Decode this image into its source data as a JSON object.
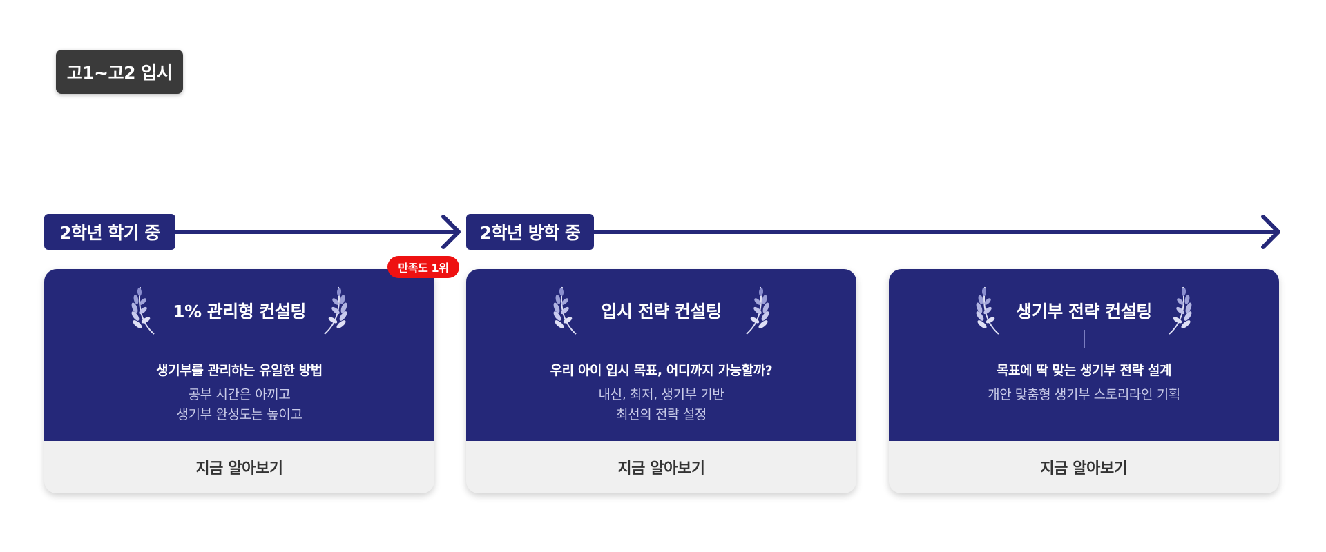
{
  "section": {
    "label": "고1~고2 입시"
  },
  "timeline": {
    "periods": [
      {
        "label": "2학년 학기 중"
      },
      {
        "label": "2학년 방학 중"
      }
    ]
  },
  "badge": {
    "label": "만족도 1위"
  },
  "cards": [
    {
      "title": "1% 관리형 컨설팅",
      "subtitle": "생기부를 관리하는 유일한 방법",
      "desc": [
        "공부 시간은 아끼고",
        "생기부 완성도는 높이고"
      ],
      "cta": "지금 알아보기"
    },
    {
      "title": "입시 전략 컨설팅",
      "subtitle": "우리 아이 입시 목표, 어디까지 가능할까?",
      "desc": [
        "내신, 최저, 생기부 기반",
        "최선의 전략 설정"
      ],
      "cta": "지금 알아보기"
    },
    {
      "title": "생기부 전략 컨설팅",
      "subtitle": "목표에 딱 맞는 생기부 전략 설계",
      "desc": [
        "개안 맞춤형 생기부 스토리라인 기획"
      ],
      "cta": "지금 알아보기"
    }
  ],
  "colors": {
    "navy": "#252879",
    "badge_red": "#ee1111",
    "tag_dark": "#3a3a3a",
    "cta_bg": "#f0f0f0"
  }
}
